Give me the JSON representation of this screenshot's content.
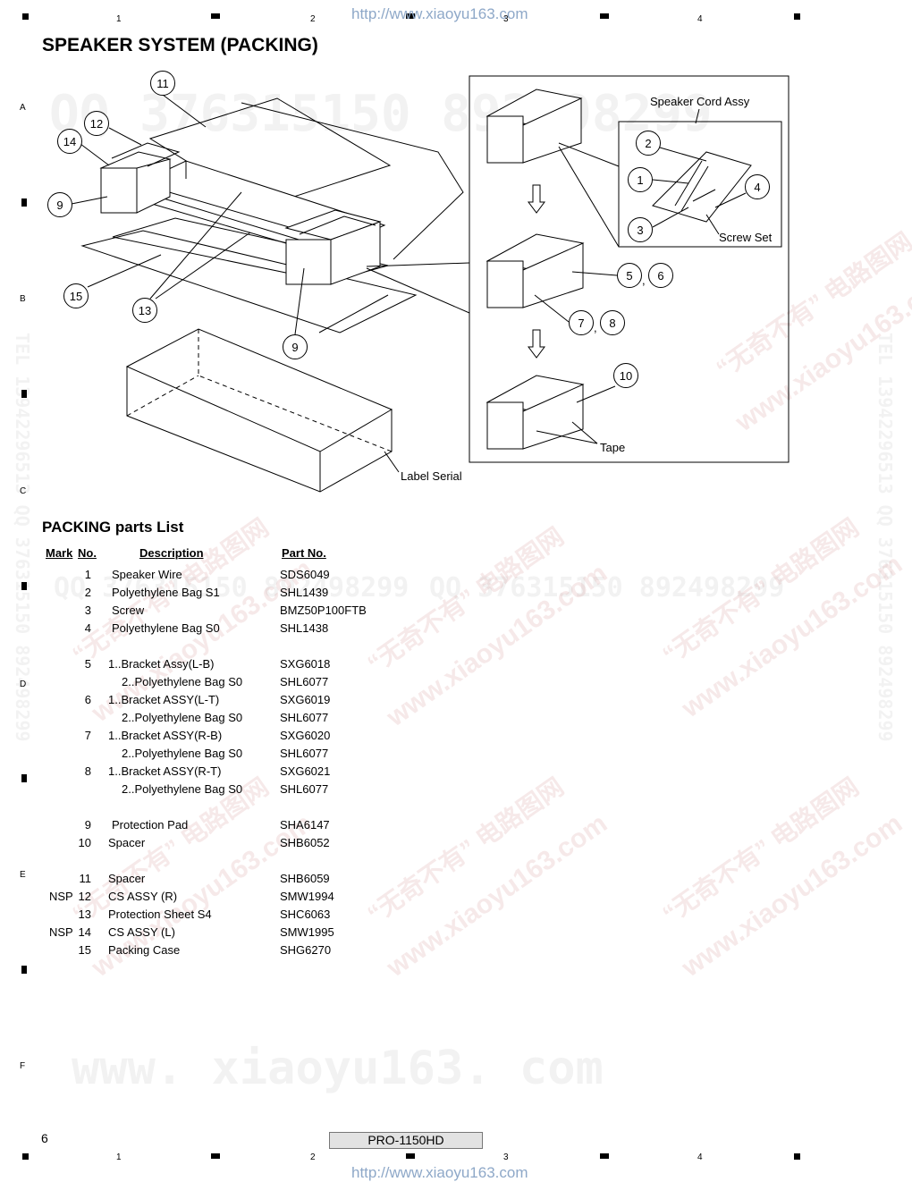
{
  "header": {
    "url": "http://www.xiaoyu163.com",
    "column_numbers": [
      "1",
      "2",
      "3",
      "4"
    ]
  },
  "row_letters": [
    "A",
    "B",
    "C",
    "D",
    "E",
    "F"
  ],
  "title": "SPEAKER SYSTEM (PACKING)",
  "diagram": {
    "callouts": [
      "11",
      "12",
      "14",
      "9",
      "15",
      "13",
      "9",
      "2",
      "1",
      "4",
      "3",
      "5",
      "6",
      "7",
      "8",
      "10"
    ],
    "comma_56": ",",
    "comma_78": ",",
    "labels": {
      "speaker_cord_assy": "Speaker Cord Assy",
      "screw_set": "Screw Set",
      "tape": "Tape",
      "label_serial": "Label Serial"
    }
  },
  "parts_list": {
    "title": "PACKING parts List",
    "headers": {
      "mark": "Mark",
      "no": "No.",
      "description": "Description",
      "part_no": "Part No."
    },
    "rows": [
      {
        "mark": "",
        "no": "1",
        "description": "Speaker Wire",
        "part_no": "SDS6049"
      },
      {
        "mark": "",
        "no": "2",
        "description": "Polyethylene Bag S1",
        "part_no": "SHL1439"
      },
      {
        "mark": "",
        "no": "3",
        "description": "Screw",
        "part_no": "BMZ50P100FTB"
      },
      {
        "mark": "",
        "no": "4",
        "description": "Polyethylene Bag S0",
        "part_no": "SHL1438"
      },
      {
        "mark": "",
        "no": "5",
        "description": "1..Bracket Assy(L-B)",
        "part_no": "SXG6018"
      },
      {
        "mark": "",
        "no": "",
        "description": "2..Polyethylene Bag S0",
        "part_no": "SHL6077"
      },
      {
        "mark": "",
        "no": "6",
        "description": "1..Bracket ASSY(L-T)",
        "part_no": "SXG6019"
      },
      {
        "mark": "",
        "no": "",
        "description": "2..Polyethylene Bag S0",
        "part_no": "SHL6077"
      },
      {
        "mark": "",
        "no": "7",
        "description": "1..Bracket ASSY(R-B)",
        "part_no": "SXG6020"
      },
      {
        "mark": "",
        "no": "",
        "description": "2..Polyethylene Bag S0",
        "part_no": "SHL6077"
      },
      {
        "mark": "",
        "no": "8",
        "description": "1..Bracket ASSY(R-T)",
        "part_no": "SXG6021"
      },
      {
        "mark": "",
        "no": "",
        "description": "2..Polyethylene Bag S0",
        "part_no": "SHL6077"
      },
      {
        "mark": "",
        "no": "9",
        "description": "Protection Pad",
        "part_no": "SHA6147"
      },
      {
        "mark": "",
        "no": "10",
        "description": "Spacer",
        "part_no": "SHB6052"
      },
      {
        "mark": "",
        "no": "11",
        "description": "Spacer",
        "part_no": "SHB6059"
      },
      {
        "mark": "NSP",
        "no": "12",
        "description": "CS ASSY (R)",
        "part_no": "SMW1994"
      },
      {
        "mark": "",
        "no": "13",
        "description": "Protection Sheet S4",
        "part_no": "SHC6063"
      },
      {
        "mark": "NSP",
        "no": "14",
        "description": "CS ASSY (L)",
        "part_no": "SMW1995"
      },
      {
        "mark": "",
        "no": "15",
        "description": "Packing Case",
        "part_no": "SHG6270"
      }
    ]
  },
  "footer": {
    "page_number": "6",
    "model": "PRO-1150HD",
    "url": "http://www.xiaoyu163.com"
  },
  "watermarks": {
    "qq_top": "QQ 376315150 892498299",
    "qq_mid_left": "QQ 376315150 892498299",
    "qq_mid_right": "QQ 376315150 892498299",
    "site_big": "www. xiaoyu163. com",
    "side_vertical": "TEL 13942296513 QQ 376315150 892498299",
    "diag_cn": "“无奇不有” 电路图网",
    "diag_site": "www.xiaoyu163.com"
  }
}
